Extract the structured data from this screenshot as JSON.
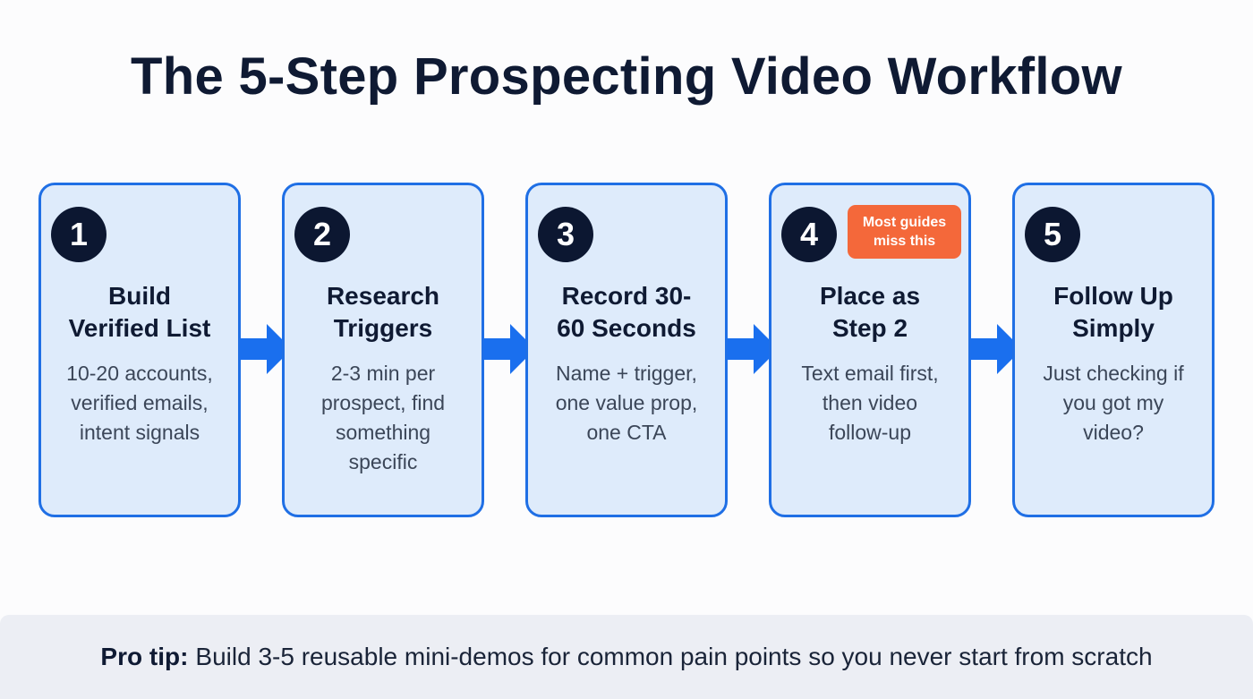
{
  "title": "The 5-Step Prospecting Video Workflow",
  "colors": {
    "card_border": "#1f6fe5",
    "card_fill": "#deebfb",
    "number_badge": "#0c1731",
    "highlight_tag": "#f4683a",
    "arrow": "#1a6fee",
    "tip_bar": "#eceef4"
  },
  "steps": [
    {
      "number": "1",
      "title": "Build\nVerified List",
      "description": "10-20 accounts,\nverified emails,\nintent signals"
    },
    {
      "number": "2",
      "title": "Research\nTriggers",
      "description": "2-3 min per\nprospect, find\nsomething\nspecific"
    },
    {
      "number": "3",
      "title": "Record 30-\n60 Seconds",
      "description": "Name + trigger,\none value prop,\none CTA"
    },
    {
      "number": "4",
      "title": "Place as\nStep 2",
      "description": "Text email first,\nthen video\nfollow-up",
      "tag": "Most guides\nmiss this"
    },
    {
      "number": "5",
      "title": "Follow Up\nSimply",
      "description": "Just checking if\nyou got my\nvideo?"
    }
  ],
  "tip": {
    "label": "Pro tip:",
    "text": "Build 3-5 reusable mini-demos for common pain points so you never start from scratch"
  }
}
